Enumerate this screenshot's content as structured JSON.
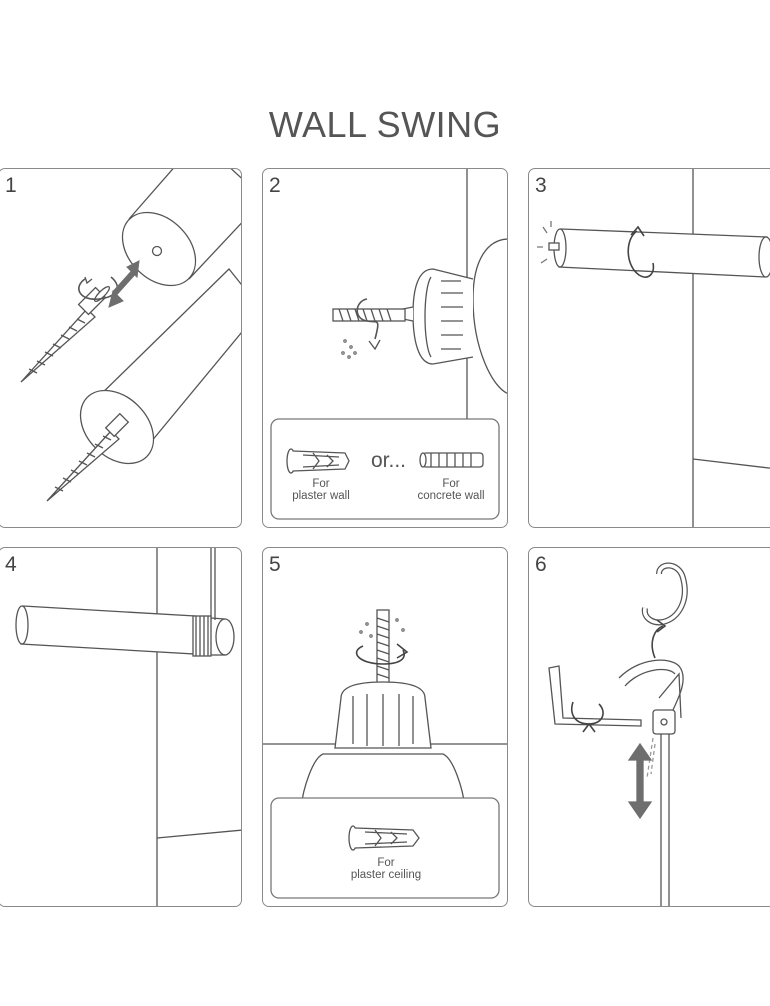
{
  "title": "WALL SWING",
  "steps": [
    {
      "number": "1"
    },
    {
      "number": "2",
      "option_a": {
        "line1": "For",
        "line2": "plaster wall"
      },
      "or_text": "or...",
      "option_b": {
        "line1": "For",
        "line2": "concrete wall"
      }
    },
    {
      "number": "3"
    },
    {
      "number": "4"
    },
    {
      "number": "5",
      "option": {
        "line1": "For",
        "line2": "plaster ceiling"
      }
    },
    {
      "number": "6"
    }
  ],
  "colors": {
    "line": "#555555",
    "fill": "#ffffff",
    "arrow": "#6e6e6e",
    "border": "#8a8a8a"
  }
}
